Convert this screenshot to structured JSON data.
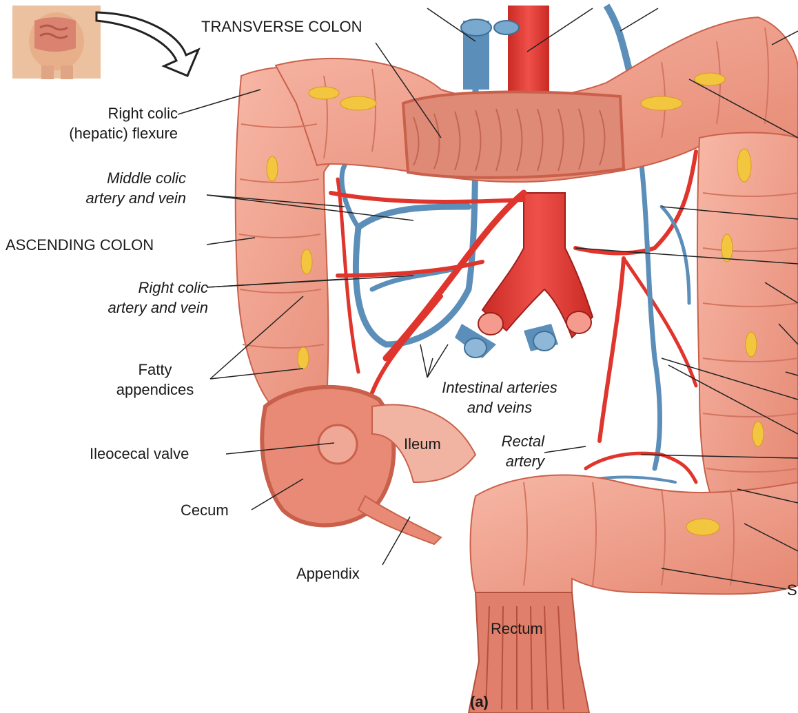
{
  "labels": {
    "transverse_colon": "TRANSVERSE COLON",
    "right_colic_flexure": [
      "Right colic",
      "(hepatic) flexure"
    ],
    "middle_colic": [
      "Middle colic",
      "artery and vein"
    ],
    "ascending_colon": "ASCENDING COLON",
    "right_colic_artery": [
      "Right colic",
      "artery and vein"
    ],
    "fatty_appendices": [
      "Fatty",
      "appendices"
    ],
    "ileocecal_valve": "Ileocecal valve",
    "cecum": "Cecum",
    "appendix": "Appendix",
    "ileum": "Ileum",
    "intestinal_arteries": [
      "Intestinal arteries",
      "and veins"
    ],
    "rectal_artery": [
      "Rectal",
      "artery"
    ],
    "rectum": "Rectum",
    "sigmoid_fragment": "S",
    "panel": "(a)"
  },
  "colors": {
    "colon": "#ef9a86",
    "colon_dark": "#d66a55",
    "artery": "#e0352c",
    "vein": "#5b8fb9",
    "fat": "#f3c640",
    "leader": "#222222",
    "skin": "#e9b58f"
  }
}
